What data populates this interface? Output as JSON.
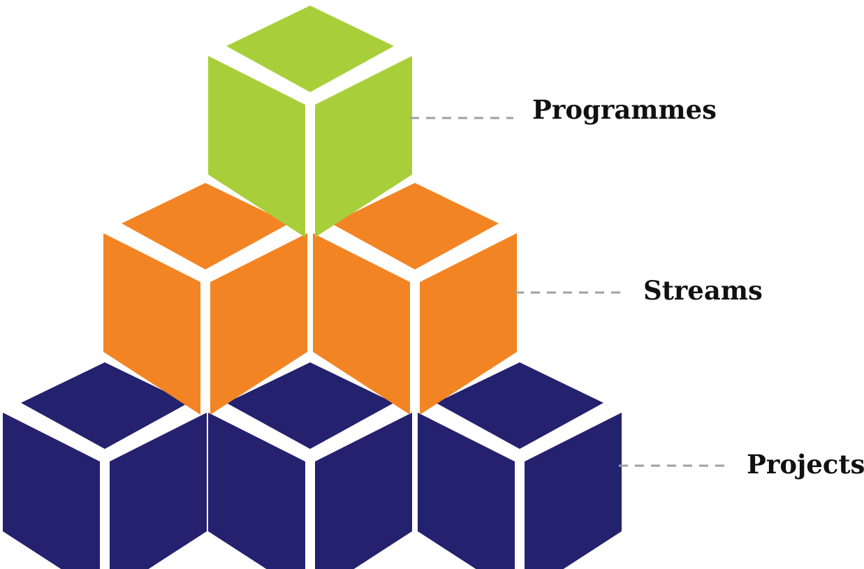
{
  "diagram": {
    "levels": [
      {
        "key": "programmes",
        "label": "Programmes",
        "color": "#a8cf3a",
        "cube_count": 1
      },
      {
        "key": "streams",
        "label": "Streams",
        "color": "#f38423",
        "cube_count": 2
      },
      {
        "key": "projects",
        "label": "Projects",
        "color": "#24216f",
        "cube_count": 3
      }
    ],
    "connector_color": "#a0a0a0",
    "background_color": "#ffffff"
  }
}
